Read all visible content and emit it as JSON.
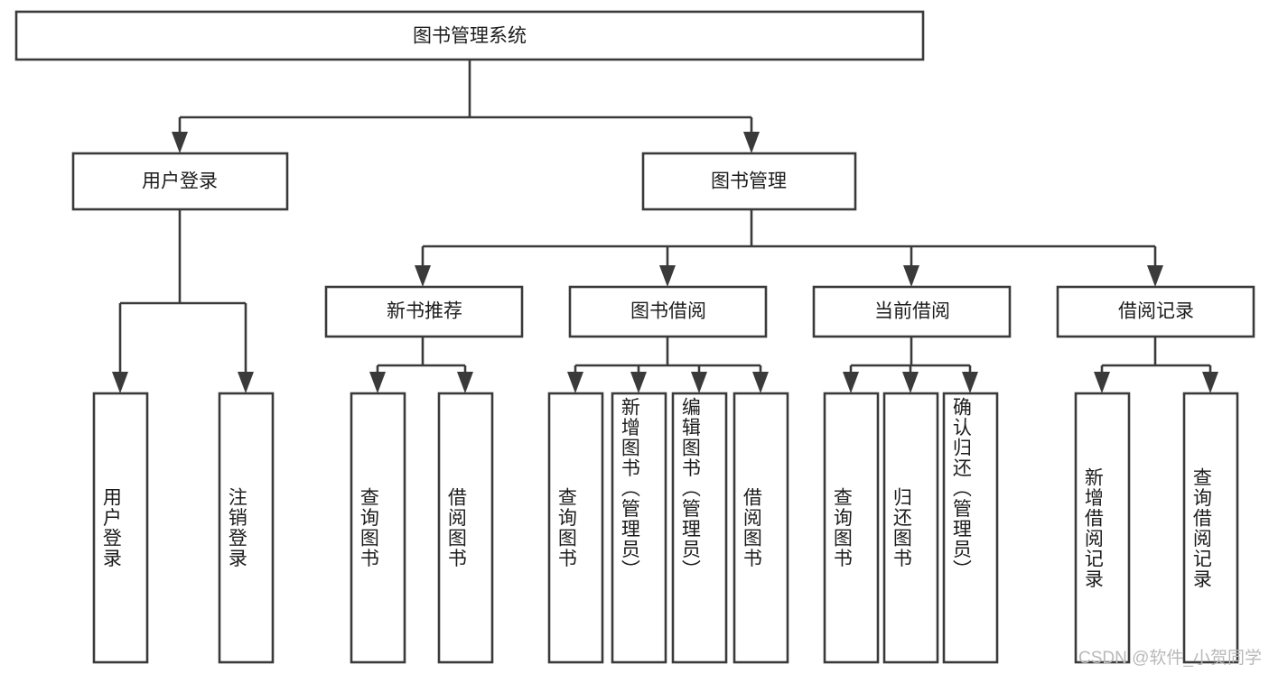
{
  "diagram": {
    "title": "图书管理系统",
    "type": "tree-hierarchy-diagram",
    "watermark": "CSDN @软件_小贺同学",
    "colors": {
      "stroke": "#3a3a3a",
      "box_fill": "#ffffff",
      "text": "#1c1c1c",
      "background": "#ffffff",
      "watermark": "#b9b9b9"
    },
    "root": {
      "label": "图书管理系统"
    },
    "level2": [
      {
        "label": "用户登录"
      },
      {
        "label": "图书管理"
      }
    ],
    "level3": [
      {
        "label": "新书推荐"
      },
      {
        "label": "图书借阅"
      },
      {
        "label": "当前借阅"
      },
      {
        "label": "借阅记录"
      }
    ],
    "leaves": {
      "user_login": [
        {
          "label": "用户登录"
        },
        {
          "label": "注销登录"
        }
      ],
      "new_book_recommend": [
        {
          "label": "查询图书"
        },
        {
          "label": "借阅图书"
        }
      ],
      "book_borrow": [
        {
          "label": "查询图书"
        },
        {
          "label": "新增图书（管理员）"
        },
        {
          "label": "编辑图书（管理员）"
        },
        {
          "label": "借阅图书"
        }
      ],
      "current_borrow": [
        {
          "label": "查询图书"
        },
        {
          "label": "归还图书"
        },
        {
          "label": "确认归还（管理员）"
        }
      ],
      "borrow_record": [
        {
          "label": "新增借阅记录"
        },
        {
          "label": "查询借阅记录"
        }
      ]
    }
  }
}
